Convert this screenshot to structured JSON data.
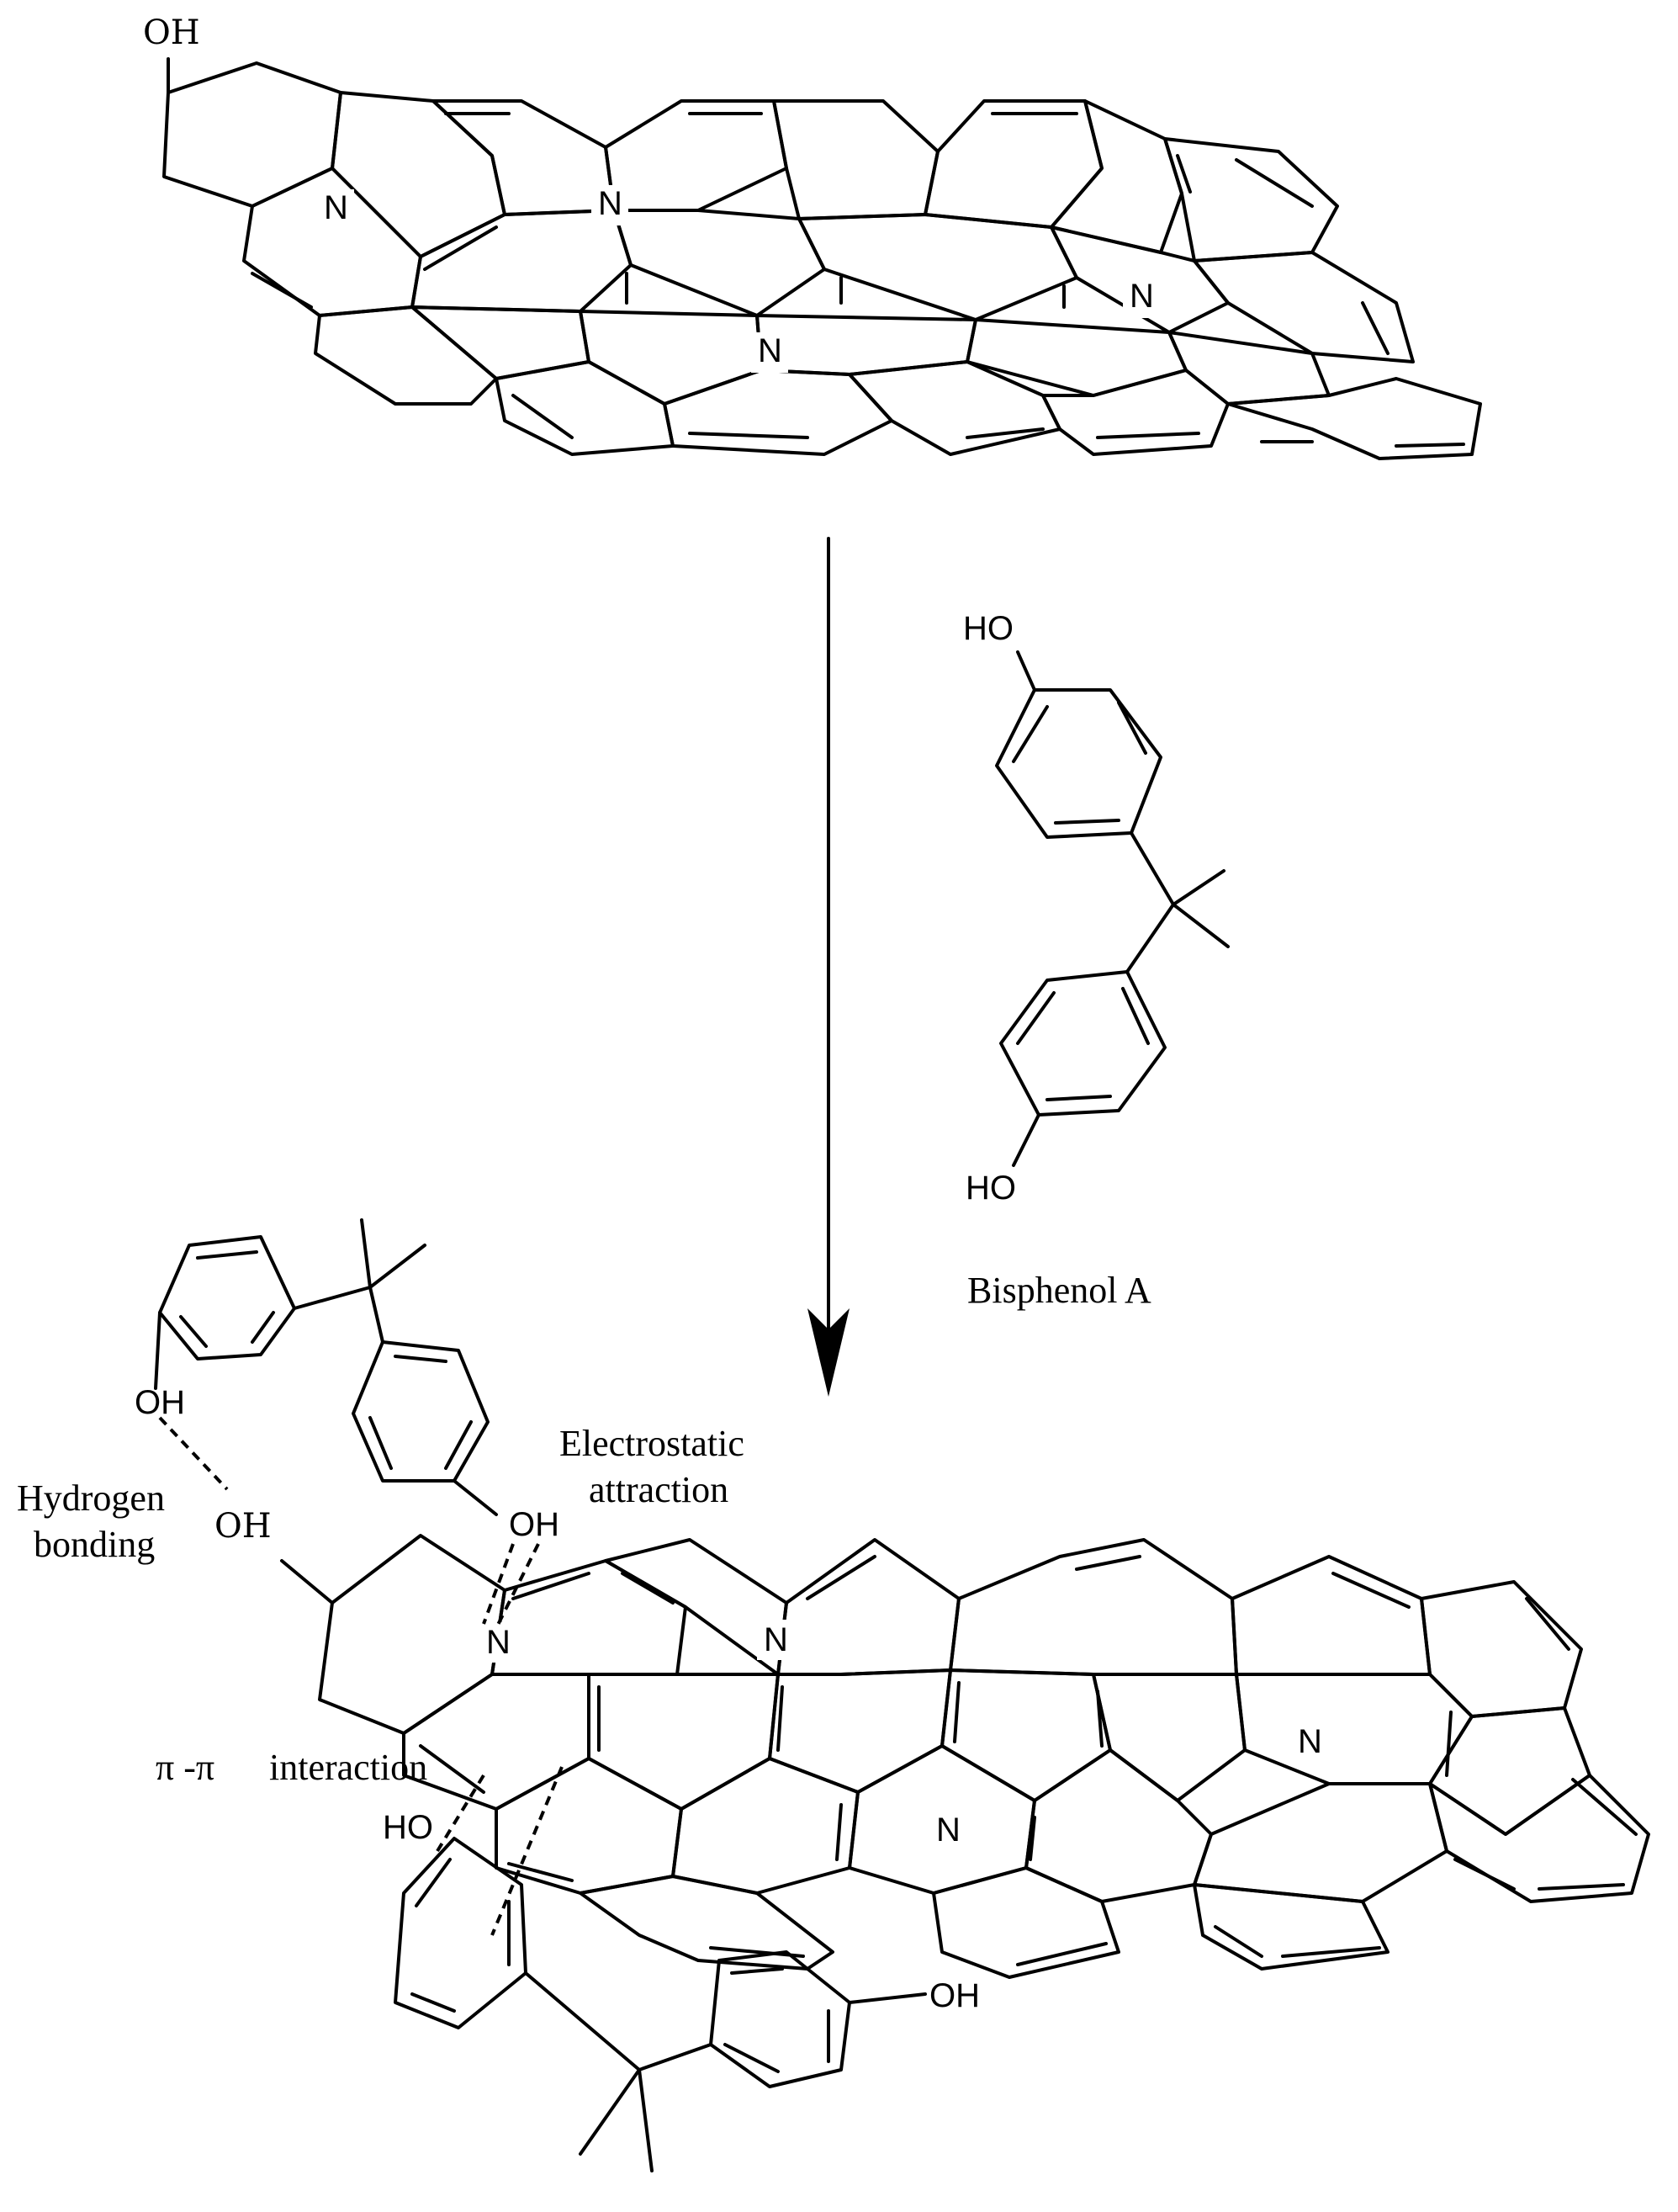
{
  "labels": {
    "top_oh": "OH",
    "nitrogen": "N",
    "bpa_oh_top": "HO",
    "bpa_oh_bottom": "HO",
    "bisphenol_name": "Bisphenol A",
    "bottom_oh": "OH",
    "bound_oh_1": "OH",
    "bound_oh_2": "OH",
    "bound_ho_3": "HO",
    "bound_oh_4": "OH",
    "hbond_line1": "Hydrogen",
    "hbond_line2": "bonding",
    "electro_line1": "Electrostatic",
    "electro_line2": "attraction",
    "pipi_label": "π -π",
    "pipi_word": "interaction"
  }
}
